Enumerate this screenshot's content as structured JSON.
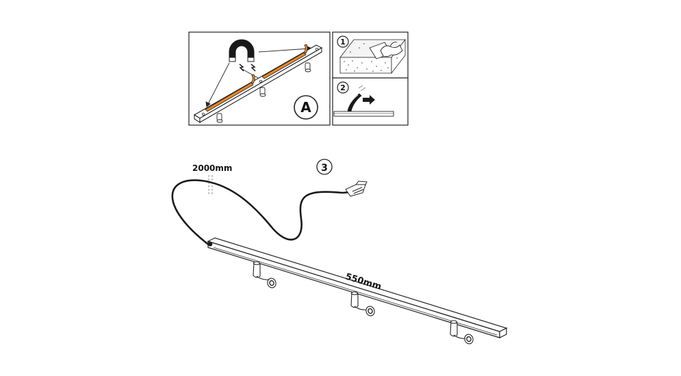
{
  "panel_a": {
    "label": "A"
  },
  "panel_steps": {
    "step1": "1",
    "step2": "2"
  },
  "main": {
    "step3": "3",
    "cable_length": "2000mm",
    "bar_length": "550mm"
  },
  "colors": {
    "line": "#1a1a1a",
    "adhesive_tape": "#e8862a",
    "background": "#ffffff"
  },
  "icons": [
    "magnet-icon",
    "hand-wiping-icon",
    "peel-arrow-icon",
    "plug-connector-icon"
  ]
}
